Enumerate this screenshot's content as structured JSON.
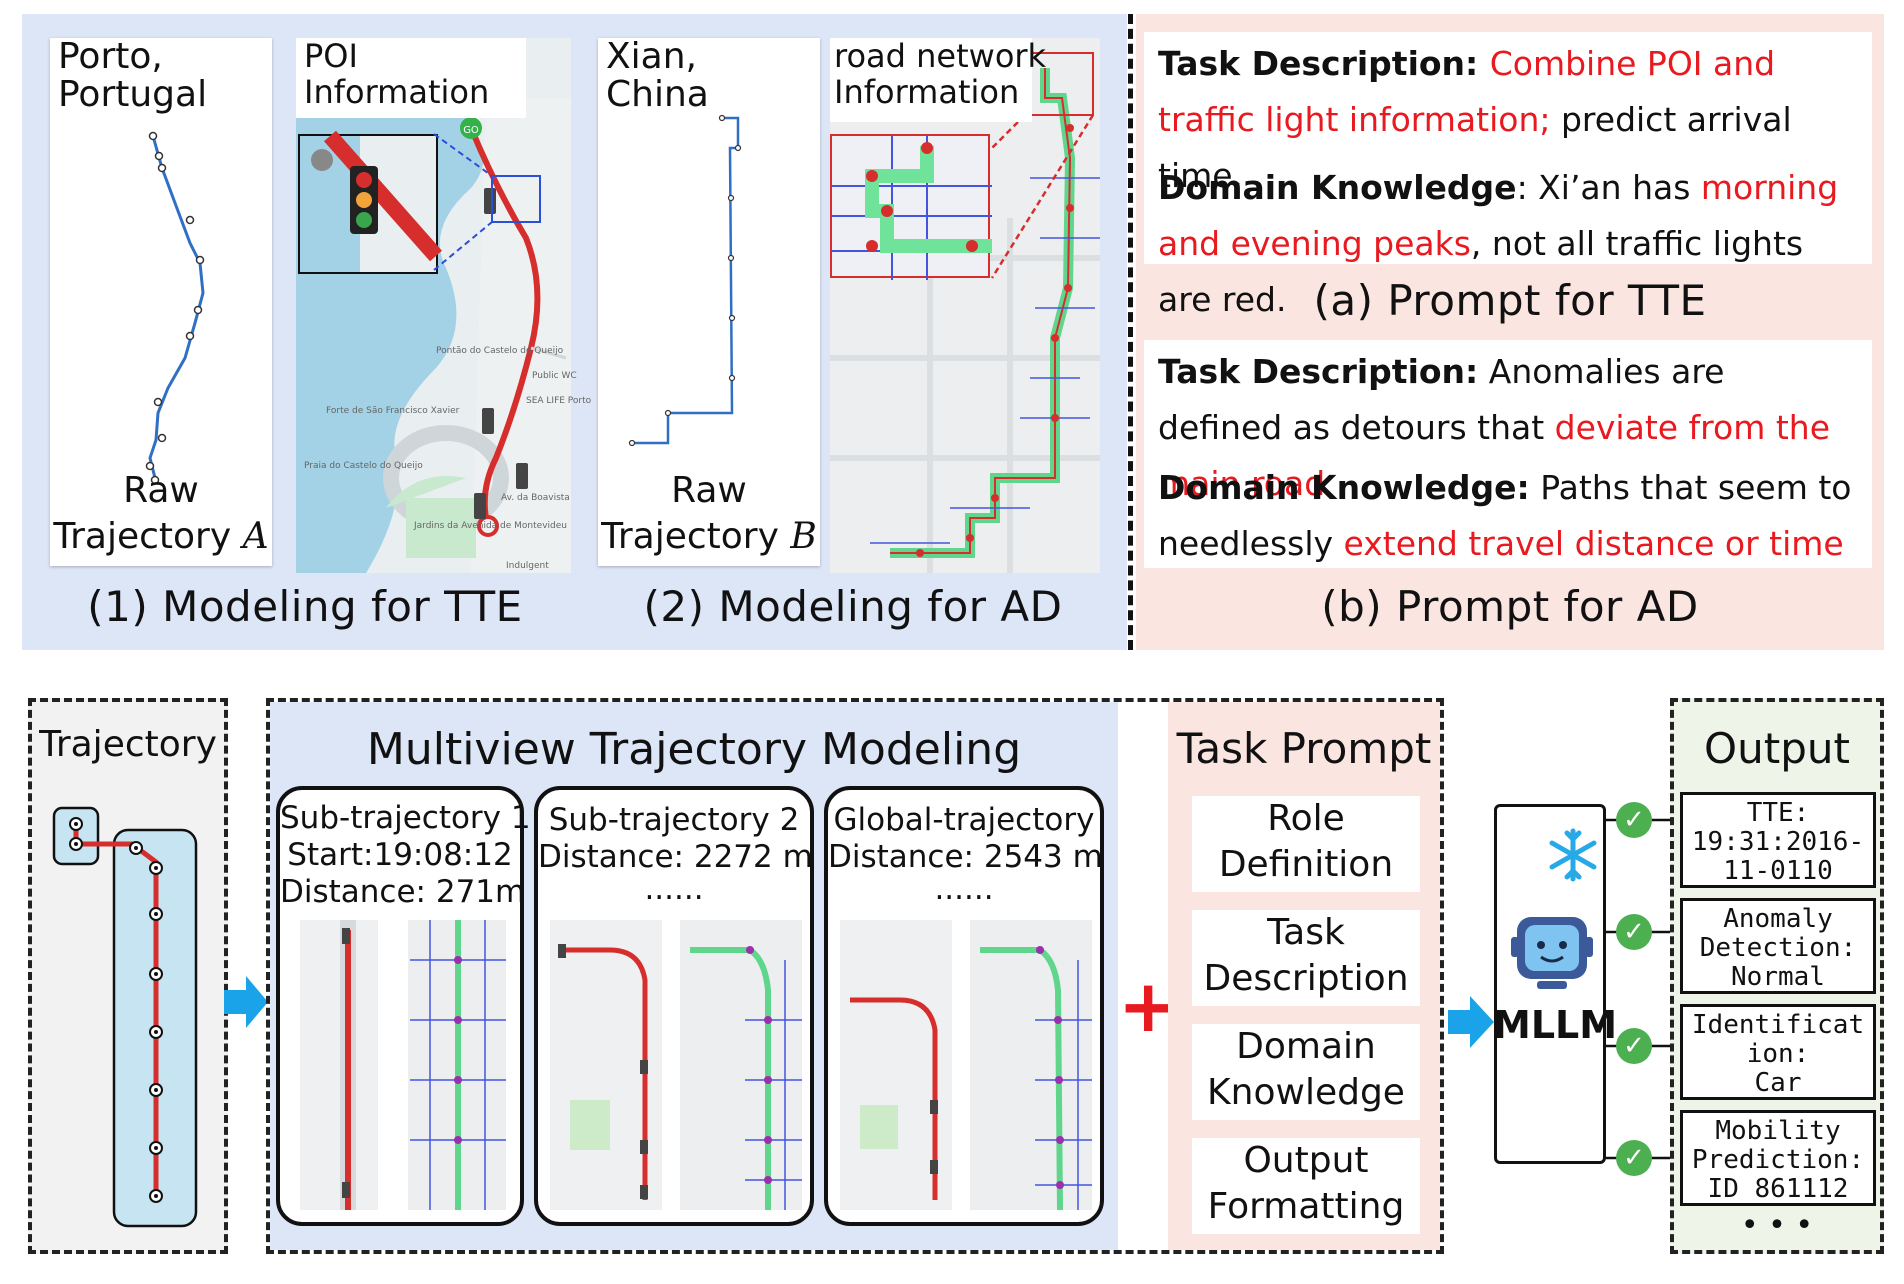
{
  "top": {
    "tte_panel": {
      "card1_place": [
        "Porto,",
        "Portugal"
      ],
      "card1_caption": [
        "Raw",
        "Trajectory "
      ],
      "card1_var": "A",
      "map1_title": [
        "POI",
        "Information"
      ],
      "map1_labels": [
        "GO",
        "Pontão do Castelo do Queijo",
        "Forte de São Francisco Xavier",
        "Praia do Castelo do Queijo",
        "Jardins da Avenida de Montevideu",
        "SEA LIFE Porto",
        "Public WC",
        "Av. da Boavista",
        "Indulgent"
      ],
      "card2_place": [
        "Xian,",
        "China"
      ],
      "card2_caption": [
        "Raw",
        "Trajectory "
      ],
      "card2_var": "B",
      "map2_title": [
        "road network",
        "Information"
      ],
      "caption1": "(1) Modeling for TTE",
      "caption2": "(2) Modeling for AD"
    },
    "prompt_panel": {
      "tte": {
        "label_td": "Task Description: ",
        "td_red": "Combine POI and traffic light information;",
        "td_rest": " predict arrival time.",
        "label_dk": "Domain Knowledge",
        "dk_pre": ": Xi’an has ",
        "dk_red": "morning and evening peaks",
        "dk_rest": ", not all traffic lights are red."
      },
      "caption_a": "(a) Prompt for TTE",
      "ad": {
        "label_td": "Task Description:",
        "td_pre": " Anomalies are defined as detours that ",
        "td_red": "deviate from the main road",
        "label_dk": "Domain Knowledge:",
        "dk_pre": " Paths that seem to needlessly ",
        "dk_red": "extend travel distance or time"
      },
      "caption_b": "(b) Prompt for AD"
    }
  },
  "bottom": {
    "trajectory_title": "Trajectory",
    "multiview_title": "Multiview Trajectory Modeling",
    "sub1": [
      "Sub-trajectory 1",
      "Start:19:08:12",
      "Distance: 271m"
    ],
    "sub2": [
      "Sub-trajectory 2",
      "Distance: 2272 m",
      "......"
    ],
    "global": [
      "Global-trajectory",
      "Distance: 2543 m",
      "......"
    ],
    "plus": "+",
    "task_prompt_title": "Task Prompt",
    "task_prompt_items": [
      [
        "Role",
        "Definition"
      ],
      [
        "Task",
        "Description"
      ],
      [
        "Domain",
        "Knowledge"
      ],
      [
        "Output",
        "Formatting"
      ]
    ],
    "mllm_label": "MLLM",
    "output_title": "Output",
    "outputs": [
      [
        "TTE:",
        "19:31:2016-",
        "11-0110"
      ],
      [
        "Anomaly",
        "Detection:",
        "Normal"
      ],
      [
        "Identificat",
        "ion:",
        "Car"
      ],
      [
        "Mobility",
        "Prediction:",
        "ID 861112"
      ]
    ],
    "ellipsis": "• • •"
  },
  "colors": {
    "panel_blue": "#dde6f7",
    "panel_pink": "#fbe5e1",
    "accent_red": "#e8191f",
    "route_red": "#d62d2d",
    "route_green": "#5fd68c",
    "traj_blue": "#2f6fc4",
    "arrow_blue": "#1aa3e8",
    "check_green": "#4caf50"
  }
}
